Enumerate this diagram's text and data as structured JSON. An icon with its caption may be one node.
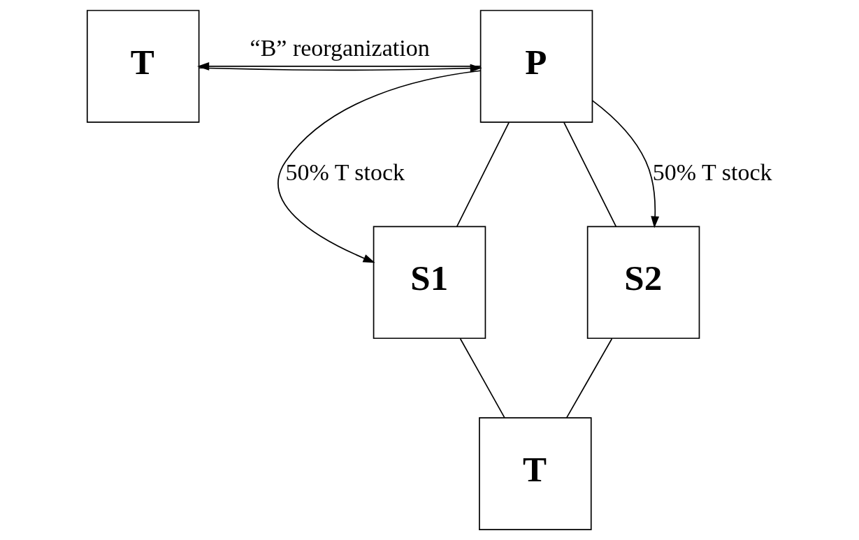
{
  "diagram": {
    "nodes": [
      {
        "text": [
          "T"
        ]
      },
      {
        "text": [
          "P"
        ]
      },
      {
        "text": [
          "S1"
        ]
      },
      {
        "text": [
          "S2"
        ]
      },
      {
        "text": [
          "T"
        ]
      }
    ],
    "edges": [
      {
        "from": 1,
        "to": 0,
        "arrow": "to",
        "label": "“B” reorganization"
      },
      {
        "from": 0,
        "to": 1,
        "arrow": "to"
      },
      {
        "from": 1,
        "to": 2,
        "arrow": "to",
        "label": "50% T stock"
      },
      {
        "from": 1,
        "to": 2,
        "arrow": "none"
      },
      {
        "from": 1,
        "to": 3,
        "arrow": "none"
      },
      {
        "from": 1,
        "to": 3,
        "arrow": "to",
        "label": "50% T stock"
      },
      {
        "from": 2,
        "to": 4,
        "arrow": "none"
      },
      {
        "from": 3,
        "to": 4,
        "arrow": "none"
      }
    ]
  }
}
